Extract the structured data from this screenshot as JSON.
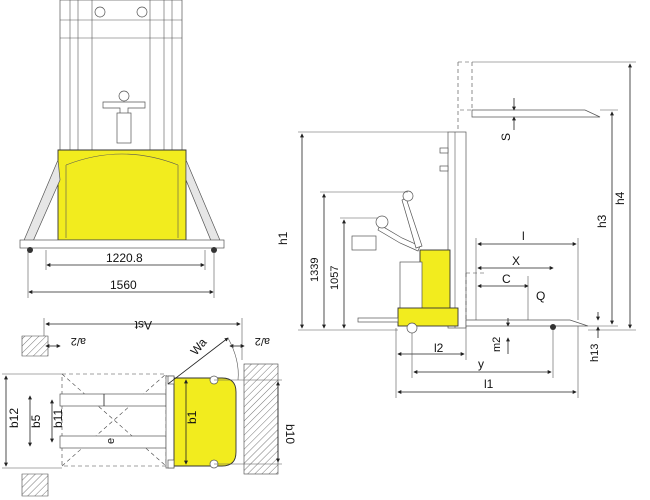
{
  "front_view": {
    "width_body": "1220.8",
    "width_overall": "1560"
  },
  "side_view": {
    "labels": {
      "h1": "h1",
      "h3": "h3",
      "h4": "h4",
      "h13": "h13",
      "height_1339": "1339",
      "height_1057": "1057",
      "s": "S",
      "l": "l",
      "x": "X",
      "c": "C",
      "q": "Q",
      "l1": "l1",
      "l2": "l2",
      "y": "y",
      "m2": "m2"
    }
  },
  "top_view": {
    "labels": {
      "ast": "Ast",
      "a2_left": "a/2",
      "a2_right": "a/2",
      "wa": "Wa",
      "b1": "b1",
      "b5": "b5",
      "b10": "b10",
      "b11": "b11",
      "b12": "b12",
      "e": "e"
    }
  },
  "colors": {
    "body": "#f2ec1e",
    "line": "#222222"
  }
}
